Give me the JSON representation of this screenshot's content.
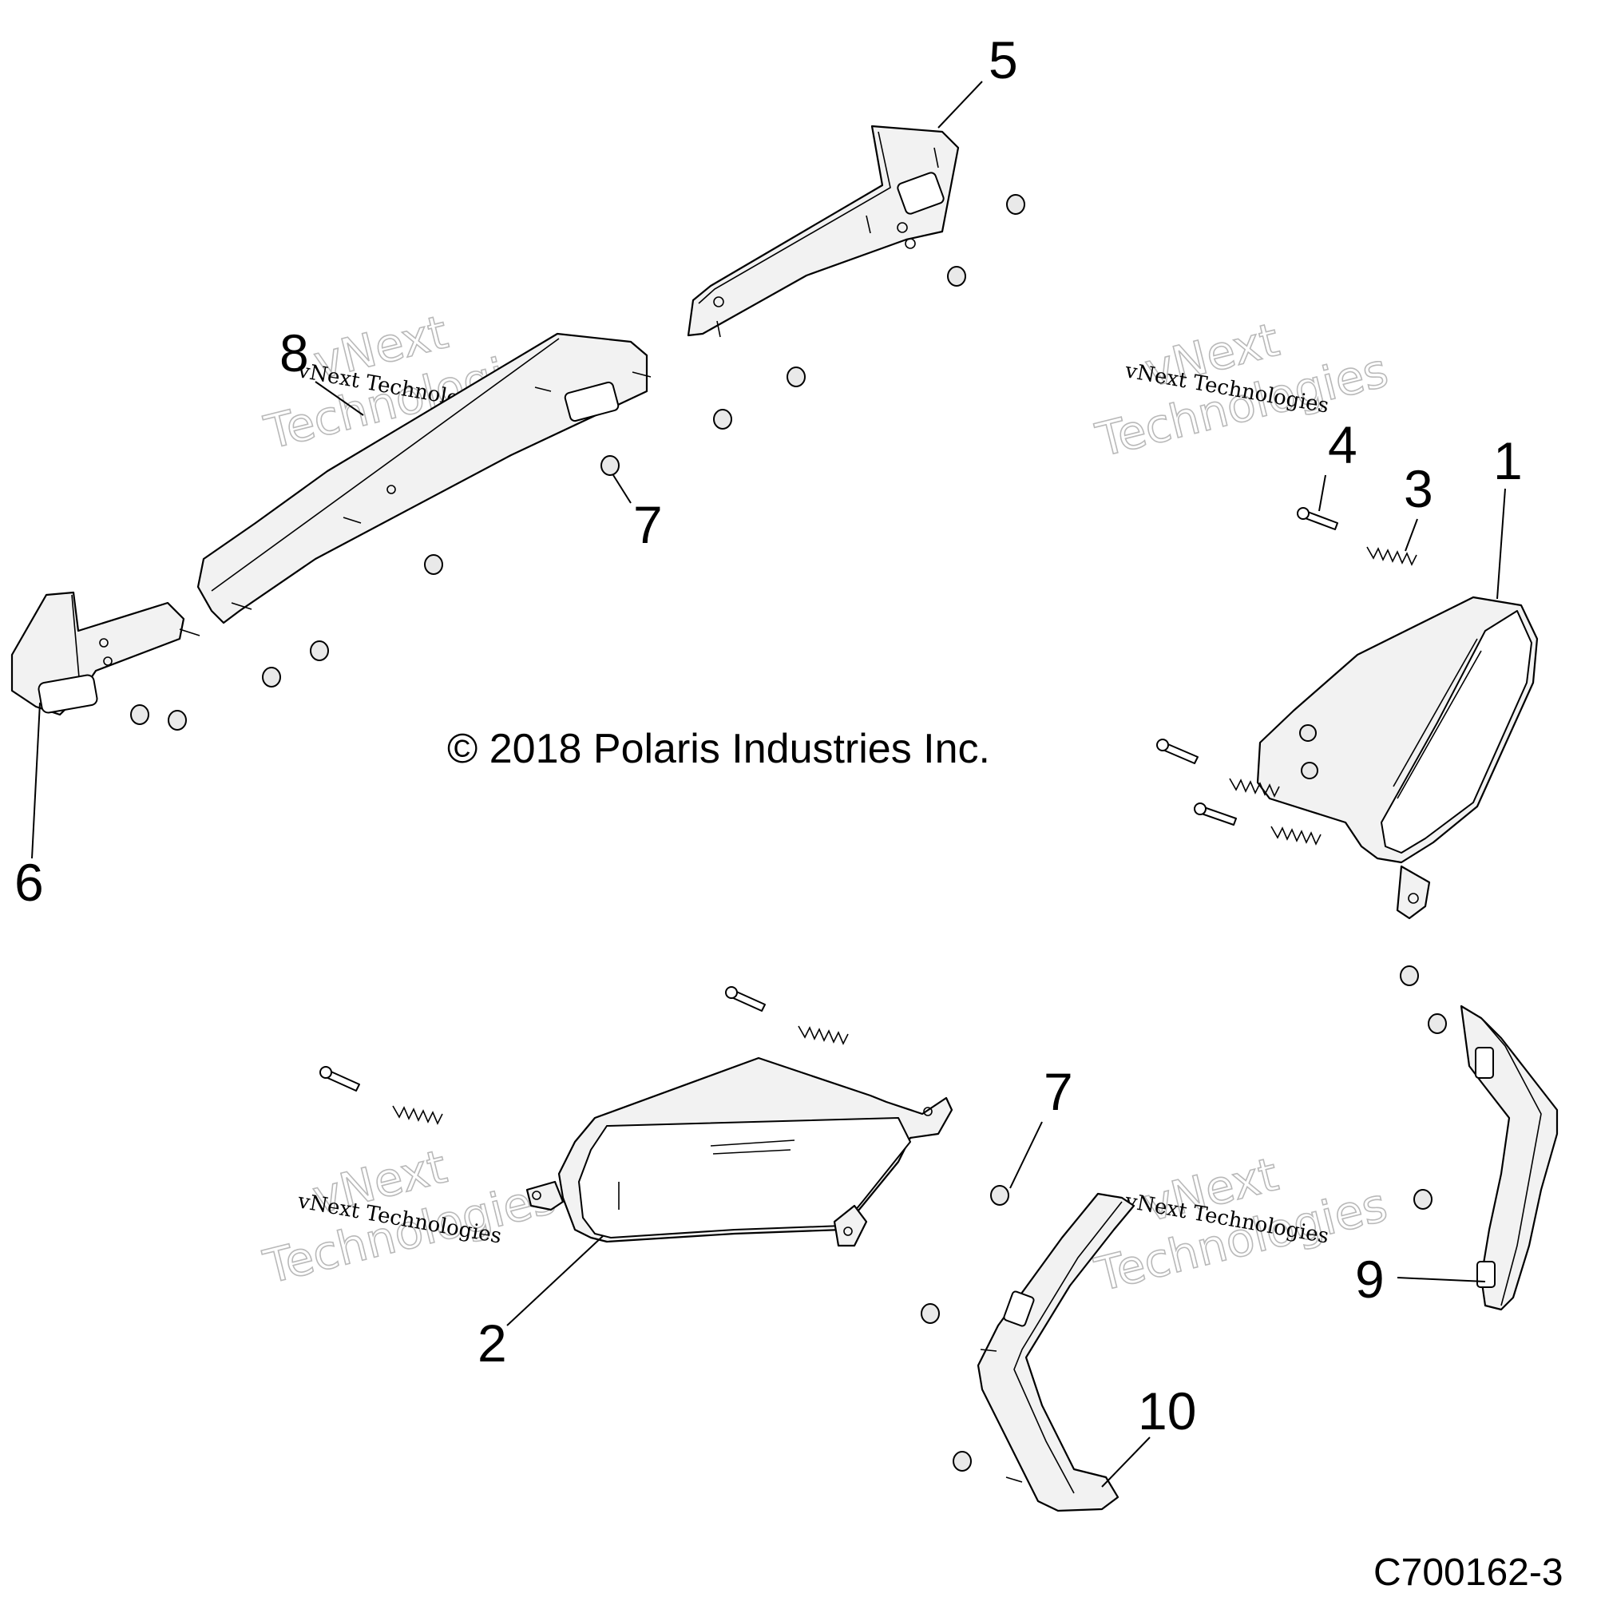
{
  "diagram": {
    "callouts": {
      "c1": "1",
      "c2": "2",
      "c3": "3",
      "c4": "4",
      "c5": "5",
      "c6": "6",
      "c7a": "7",
      "c7b": "7",
      "c8": "8",
      "c9": "9",
      "c10": "10"
    },
    "copyright": "© 2018 Polaris Industries Inc.",
    "figure_code": "C700162-3",
    "watermark": {
      "line_small": "vNext Technologies",
      "line_big_1": "vNext",
      "line_big_2": "Technologies"
    }
  }
}
